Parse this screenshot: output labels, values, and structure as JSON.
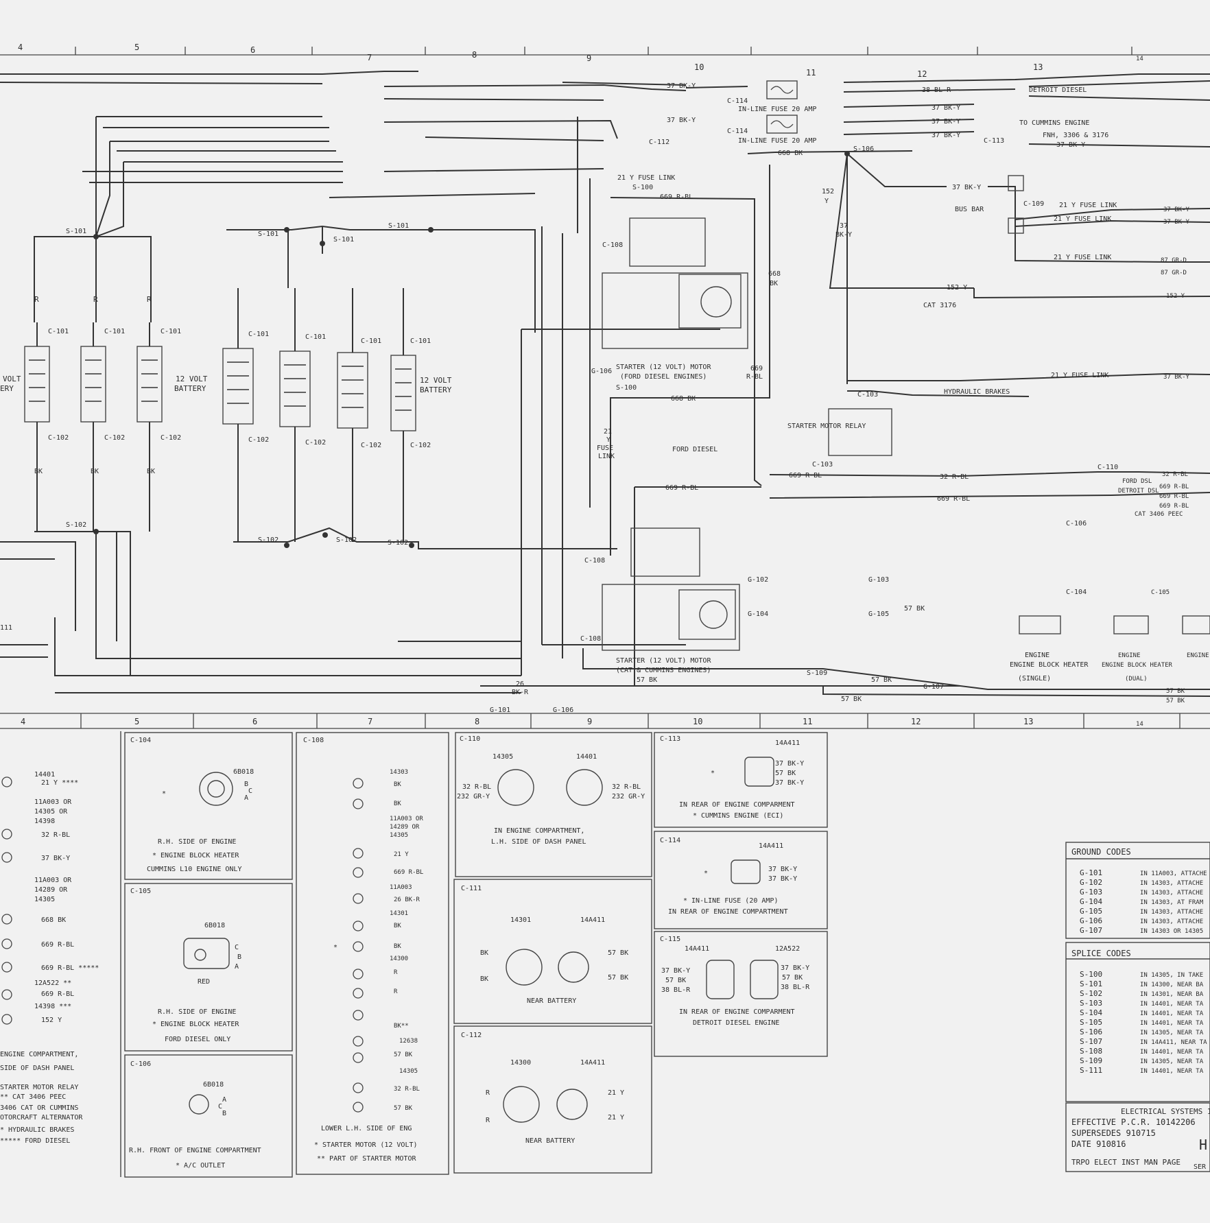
{
  "grid": {
    "top": [
      "4",
      "5",
      "6",
      "7",
      "8",
      "9",
      "10",
      "11",
      "12",
      "13",
      "14"
    ],
    "bottom": [
      "4",
      "5",
      "6",
      "7",
      "8",
      "9",
      "10",
      "11",
      "12",
      "13",
      "14"
    ]
  },
  "batteries": {
    "label_12v": "12 VOLT",
    "label_battery": "BATTERY",
    "label_partial": "VOLT",
    "label_partial2": "ERY",
    "c101": "C-101",
    "c102": "C-102",
    "wire_r": "R",
    "wire_bk": "BK"
  },
  "splices": {
    "s100": "S-100",
    "s101": "S-101",
    "s102": "S-102",
    "s106": "S-106",
    "s109": "S-109",
    "s111": "111"
  },
  "connectors": {
    "c103": "C-103",
    "c106": "C-106",
    "c104": "C-104",
    "c105": "C-105",
    "c108": "C-108",
    "c109": "C-109",
    "c110": "C-110",
    "c112": "C-112",
    "c113": "C-113",
    "c114": "C-114",
    "c114b": "C-114",
    "c115": "C-115"
  },
  "grounds": {
    "g101": "G-101",
    "g102": "G-102",
    "g103": "G-103",
    "g104": "G-104",
    "g105": "G-105",
    "g106": "G-106",
    "g107": "G-107"
  },
  "wires": {
    "w37bky": "37 BK-Y",
    "w38blr": "38 BL-R",
    "w37bkyb": "37 BK-Y",
    "w21y_fl": "21 Y FUSE LINK",
    "w669rbl": "669 R-BL",
    "w668bk": "668 BK",
    "w152y": "152 Y",
    "w32rbl": "32 R-BL",
    "w57bk": "57 BK",
    "w26bkr": "26",
    "w26bkr2": "BK-R",
    "w87grd": "87 GR-D",
    "w152": "152",
    "w37": "37",
    "w668": "668",
    "w669": "669",
    "w21": "21",
    "wy": "Y",
    "wfuse": "FUSE",
    "wlink": "LINK",
    "wbk": "BK",
    "wrbl": "R-BL",
    "wbky": "BK-Y"
  },
  "labels": {
    "inline_fuse": "IN-LINE FUSE 20 AMP",
    "detroit": "DETROIT DIESEL",
    "to_cummins": "TO CUMMINS ENGINE",
    "fnh": "FNH, 3306 & 3176",
    "bus_bar": "BUS BAR",
    "cat3176": "CAT 3176",
    "hydraulic": "HYDRAULIC BRAKES",
    "starter_relay": "STARTER MOTOR RELAY",
    "ford_diesel": "FORD DIESEL",
    "starter_ford_1": "STARTER (12 VOLT) MOTOR",
    "starter_ford_2": "(FORD DIESEL ENGINES)",
    "starter_cat_1": "STARTER (12 VOLT) MOTOR",
    "starter_cat_2": "(CAT & CUMMINS ENGINES)",
    "ford_dsl": "FORD DSL",
    "detroit_dsl": "DETROIT DSL",
    "cat3406": "CAT 3406 PEEC",
    "engine_block_heater": "ENGINE BLOCK HEATER",
    "single": "(SINGLE)",
    "dual": "(DUAL)",
    "engine": "ENGINE"
  },
  "panels": {
    "left_partial": {
      "lines": [
        "14401",
        "21 Y ****",
        "11A003 OR",
        "14305 OR",
        "14398",
        "32 R-BL",
        "37 BK-Y",
        "11A003 OR",
        "14289 OR",
        "14305",
        "668 BK",
        "669 R-BL",
        "669 R-BL *****",
        "12A522 **",
        "669 R-BL",
        "14398 ***",
        "152 Y"
      ],
      "notes": [
        "ENGINE COMPARTMENT,",
        "SIDE OF DASH PANEL",
        "STARTER MOTOR RELAY",
        "** CAT 3406 PEEC",
        "3406 CAT OR CUMMINS",
        "OTORCRAFT ALTERNATOR",
        "* HYDRAULIC BRAKES",
        "***** FORD DIESEL"
      ]
    },
    "c104": {
      "title": "C-104",
      "part": "6B018",
      "pins": [
        "B",
        "C",
        "A"
      ],
      "notes": [
        "R.H. SIDE OF ENGINE",
        "* ENGINE BLOCK HEATER",
        "CUMMINS L10 ENGINE ONLY"
      ]
    },
    "c105": {
      "title": "C-105",
      "part": "6B018",
      "pins": [
        "C",
        "B",
        "A"
      ],
      "red": "RED",
      "notes": [
        "R.H. SIDE OF ENGINE",
        "* ENGINE BLOCK HEATER",
        "FORD DIESEL ONLY"
      ]
    },
    "c106": {
      "title": "C-106",
      "part": "6B018",
      "pins": [
        "A",
        "C",
        "B"
      ],
      "notes": [
        "R.H. FRONT OF ENGINE COMPARTMENT",
        "* A/C OUTLET"
      ]
    },
    "c108": {
      "title": "C-108",
      "items": [
        "14303",
        "BK",
        "BK",
        "11A003 OR",
        "14289 OR",
        "14305",
        "21 Y",
        "669 R-BL",
        "11A003",
        "26 BK-R",
        "14301",
        "BK",
        "BK",
        "14300",
        "R",
        "R",
        "BK**",
        "12638",
        "57 BK",
        "14305",
        "32 R-BL",
        "57 BK"
      ],
      "notes": [
        "LOWER L.H. SIDE OF ENG",
        "* STARTER MOTOR (12 VOLT)",
        "** PART OF STARTER MOTOR"
      ]
    },
    "c110": {
      "title": "C-110",
      "part_a": "14305",
      "part_b": "14401",
      "left_wires": [
        "32 R-BL",
        "232 GR-Y"
      ],
      "right_wires": [
        "32 R-BL",
        "232 GR-Y"
      ],
      "notes": [
        "IN ENGINE COMPARTMENT,",
        "L.H. SIDE OF DASH PANEL"
      ]
    },
    "c111": {
      "title": "C-111",
      "part_a": "14301",
      "part_b": "14A411",
      "left_wires": [
        "BK",
        "BK"
      ],
      "right_wires": [
        "57 BK",
        "57 BK"
      ],
      "notes": [
        "NEAR BATTERY"
      ]
    },
    "c112": {
      "title": "C-112",
      "part_a": "14300",
      "part_b": "14A411",
      "left_wires": [
        "R",
        "R"
      ],
      "right_wires": [
        "21 Y",
        "21 Y"
      ],
      "notes": [
        "NEAR BATTERY"
      ]
    },
    "c113": {
      "title": "C-113",
      "part": "14A411",
      "wires": [
        "37 BK-Y",
        "57 BK",
        "37 BK-Y"
      ],
      "notes": [
        "IN REAR OF ENGINE COMPARMENT",
        "* CUMMINS ENGINE (ECI)"
      ]
    },
    "c114": {
      "title": "C-114",
      "part": "14A411",
      "wires": [
        "37 BK-Y",
        "37 BK-Y"
      ],
      "notes": [
        "* IN-LINE FUSE (20 AMP)",
        "IN REAR OF ENGINE COMPARTMENT"
      ]
    },
    "c115": {
      "title": "C-115",
      "part_a": "14A411",
      "part_b": "12A522",
      "left_wires": [
        "37 BK-Y",
        "57 BK",
        "38 BL-R"
      ],
      "right_wires": [
        "37 BK-Y",
        "57 BK",
        "38 BL-R"
      ],
      "notes": [
        "IN REAR OF ENGINE COMPARMENT",
        "DETROIT DIESEL ENGINE"
      ]
    }
  },
  "ground_codes": {
    "title": "GROUND CODES",
    "codes": [
      "G-101",
      "G-102",
      "G-103",
      "G-104",
      "G-105",
      "G-106",
      "G-107"
    ],
    "desc": [
      "IN 11A003, ATTACHE",
      "IN 14303, ATTACHE",
      "IN 14303, ATTACHE",
      "IN 14303, AT FRAM",
      "IN 14303, ATTACHE",
      "IN 14303, ATTACHE",
      "IN 14303 OR 14305"
    ]
  },
  "splice_codes": {
    "title": "SPLICE CODES",
    "codes": [
      "S-100",
      "S-101",
      "S-102",
      "S-103",
      "S-104",
      "S-105",
      "S-106",
      "S-107",
      "S-108",
      "S-109",
      "S-111"
    ],
    "desc": [
      "IN 14305, IN TAKE",
      "IN 14300, NEAR BA",
      "IN 14301, NEAR BA",
      "IN 14401, NEAR TA",
      "IN 14401, NEAR TA",
      "IN 14401, NEAR TA",
      "IN 14305, NEAR TA",
      "IN 14A411, NEAR TA",
      "IN 14401, NEAR TA",
      "IN 14305, NEAR TA",
      "IN 14401, NEAR TA"
    ]
  },
  "title_block": {
    "line1": "ELECTRICAL SYSTEMS 1",
    "effective": "EFFECTIVE P.C.R. 10142206",
    "supersedes": "SUPERSEDES 910715",
    "date": "DATE 910816",
    "trpo": "TRPO ELECT INST MAN PAGE",
    "h": "H",
    "ser": "SER"
  }
}
